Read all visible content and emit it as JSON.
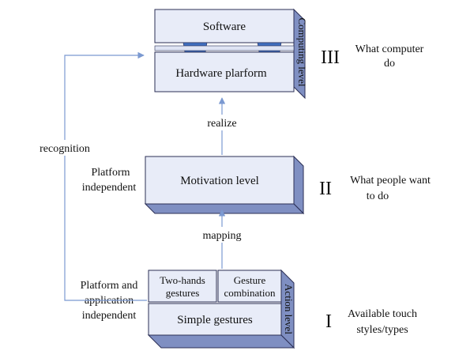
{
  "colors": {
    "face": "#e8ecf8",
    "top": "#c9d2ec",
    "side": "#7f8fc2",
    "stroke": "#2b2f55",
    "connector": "#3f6ebd",
    "arrow": "#7b99d1"
  },
  "computing_level": {
    "software_label": "Software",
    "hardware_label": "Hardware plarform",
    "side_label": "Computing level",
    "numeral": "III",
    "description": [
      "What computer",
      "do"
    ]
  },
  "motivation_level": {
    "label": "Motivation level",
    "numeral": "II",
    "description": [
      "What people want",
      "to do"
    ],
    "left_note": [
      "Platform",
      "independent"
    ]
  },
  "action_level": {
    "two_hands_label": [
      "Two-hands",
      "gestures"
    ],
    "gesture_combination_label": [
      "Gesture",
      "combination"
    ],
    "simple_label": "Simple gestures",
    "side_label": "Action level",
    "numeral": "I",
    "description": [
      "Available touch",
      "styles/types"
    ],
    "left_note": [
      "Platform and",
      "application",
      "independent"
    ]
  },
  "arrows": {
    "realize_label": "realize",
    "mapping_label": "mapping",
    "recognition_label": "recognition"
  }
}
